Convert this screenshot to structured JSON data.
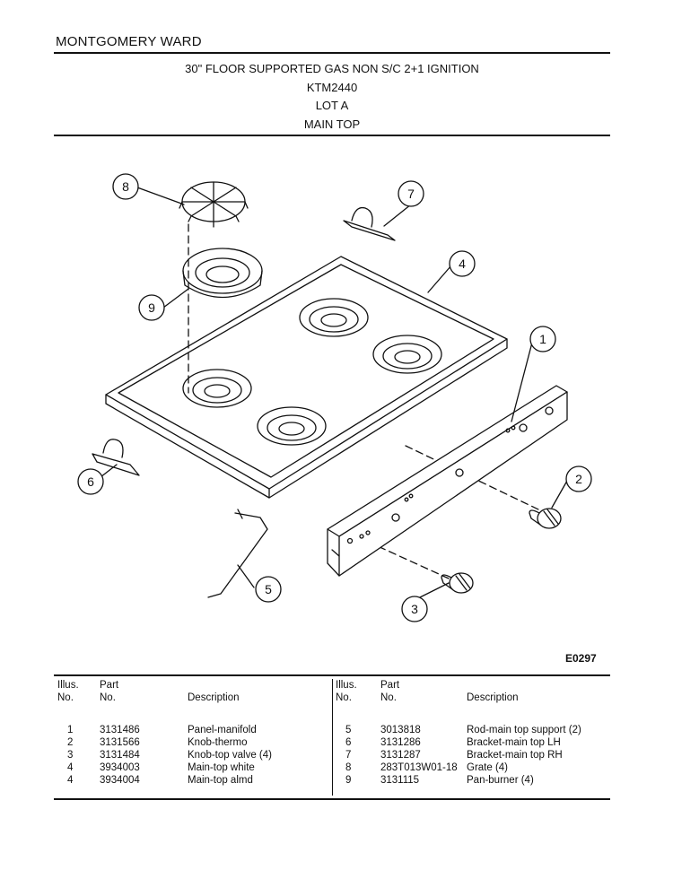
{
  "brand": "MONTGOMERY WARD",
  "header": {
    "line1": "30\" FLOOR SUPPORTED GAS NON S/C 2+1 IGNITION",
    "model": "KTM2440",
    "lot": "LOT A",
    "section": "MAIN TOP"
  },
  "figure_code": "E0297",
  "callouts": [
    "1",
    "2",
    "3",
    "4",
    "5",
    "6",
    "7",
    "8",
    "9"
  ],
  "table": {
    "headers": {
      "illus_line1": "Illus.",
      "illus_line2": "No.",
      "part_line1": "Part",
      "part_line2": "No.",
      "description": "Description"
    },
    "left_rows": [
      {
        "illus": "1",
        "part": "3131486",
        "desc": "Panel-manifold"
      },
      {
        "illus": "2",
        "part": "3131566",
        "desc": "Knob-thermo"
      },
      {
        "illus": "3",
        "part": "3131484",
        "desc": "Knob-top valve (4)"
      },
      {
        "illus": "4",
        "part": "3934003",
        "desc": "Main-top white"
      },
      {
        "illus": "4",
        "part": "3934004",
        "desc": "Main-top almd"
      }
    ],
    "right_rows": [
      {
        "illus": "5",
        "part": "3013818",
        "desc": "Rod-main top support (2)"
      },
      {
        "illus": "6",
        "part": "3131286",
        "desc": "Bracket-main top LH"
      },
      {
        "illus": "7",
        "part": "3131287",
        "desc": "Bracket-main top RH"
      },
      {
        "illus": "8",
        "part": "283T013W01-18",
        "desc": "Grate (4)"
      },
      {
        "illus": "9",
        "part": "3131115",
        "desc": "Pan-burner (4)"
      }
    ]
  }
}
